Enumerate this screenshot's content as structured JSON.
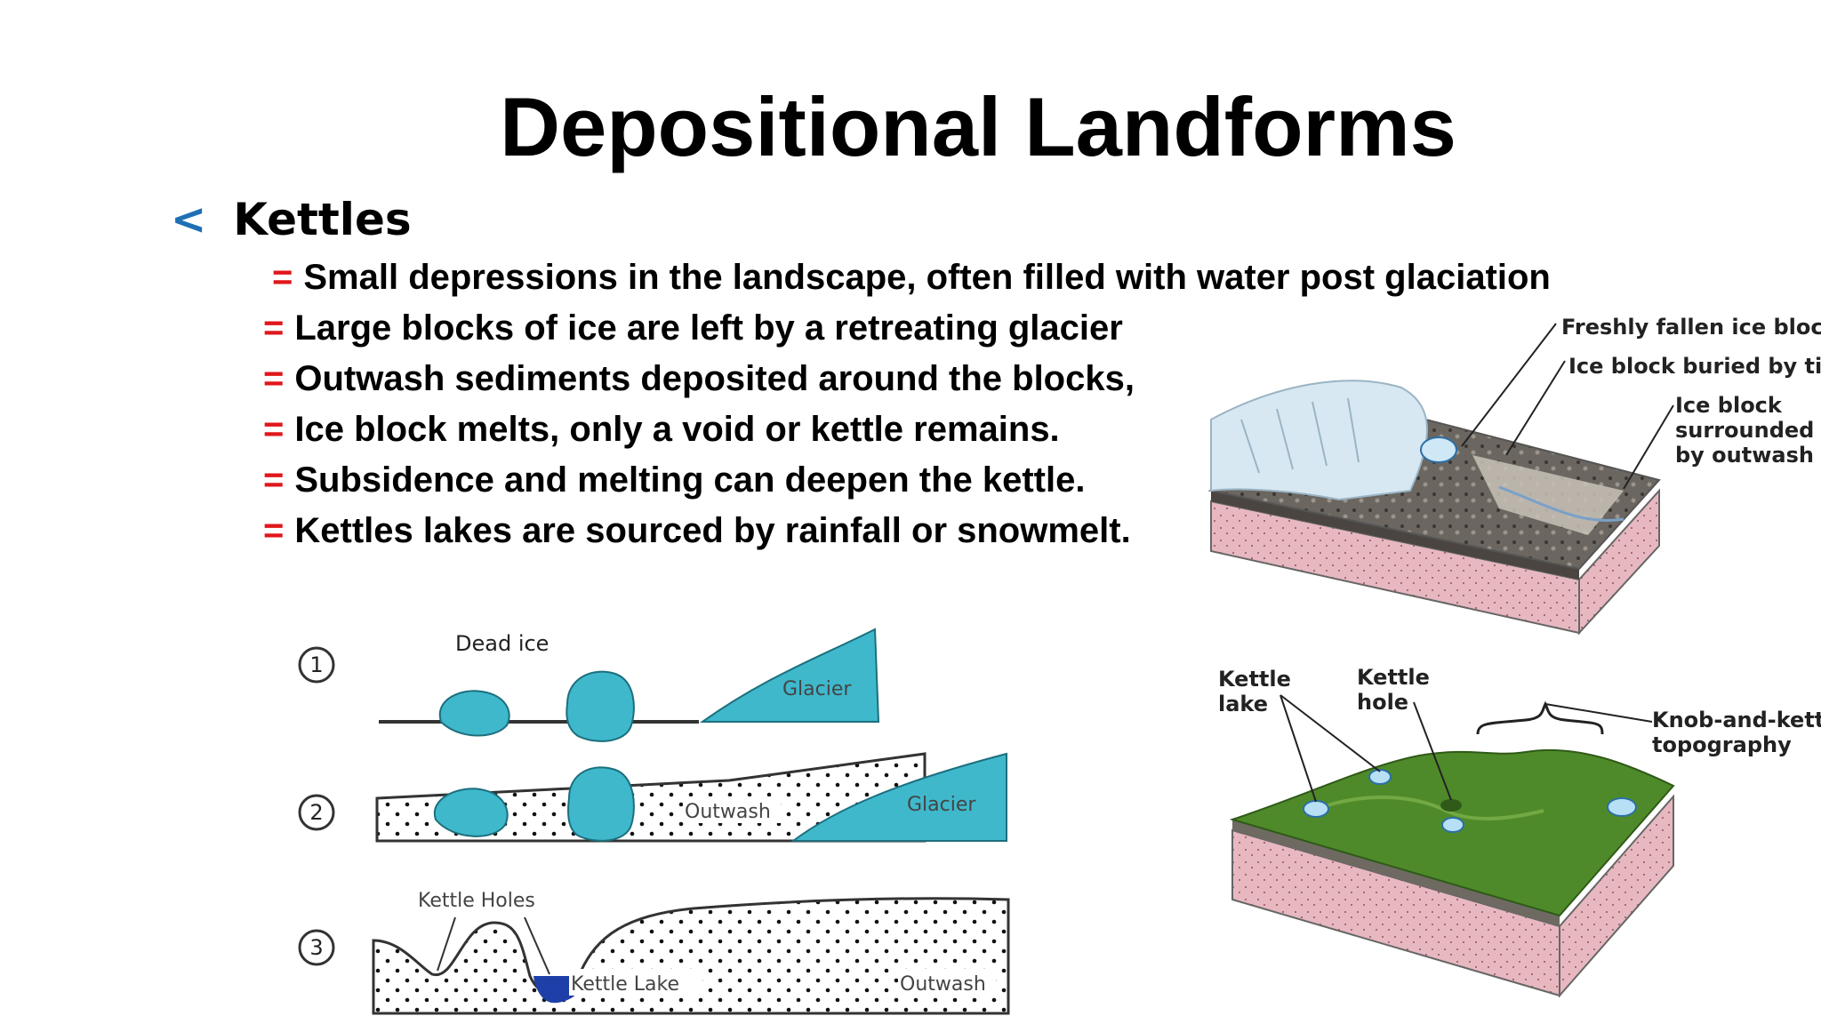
{
  "slide": {
    "title": "Depositional Landforms",
    "bullet_marker": "<",
    "heading": "Kettles",
    "point_marker": "=",
    "points": [
      "Small depressions in the landscape, often filled with water post glaciation",
      "Large blocks of ice are left by a retreating glacier",
      "Outwash sediments deposited around the blocks,",
      "Ice block melts, only a void or kettle remains.",
      "Subsidence and melting can deepen the kettle.",
      "Kettles lakes are sourced by rainfall or snowmelt."
    ]
  },
  "stage_diagram": {
    "stages": [
      "1",
      "2",
      "3"
    ],
    "dead_ice": "Dead ice",
    "glacier": "Glacier",
    "outwash": "Outwash",
    "kettle_holes": "Kettle Holes",
    "kettle_lake": "Kettle Lake"
  },
  "block_diagram_top": {
    "label_1": "Freshly fallen ice block",
    "label_2": "Ice block buried by till",
    "label_3_line1": "Ice block",
    "label_3_line2": "surrounded",
    "label_3_line3": "by outwash"
  },
  "block_diagram_bottom": {
    "kettle_lake_1": "Kettle",
    "kettle_lake_2": "lake",
    "kettle_hole_1": "Kettle",
    "kettle_hole_2": "hole",
    "topo_1": "Knob-and-kettle",
    "topo_2": "topography"
  },
  "colors": {
    "title": "#000000",
    "bullet": "#1f6fb5",
    "point_marker": "#e0171b",
    "ice": "#3fb8cc",
    "water": "#1f3fa8",
    "bedrock": "#e8b8c0",
    "grass": "#4f8a2a"
  }
}
